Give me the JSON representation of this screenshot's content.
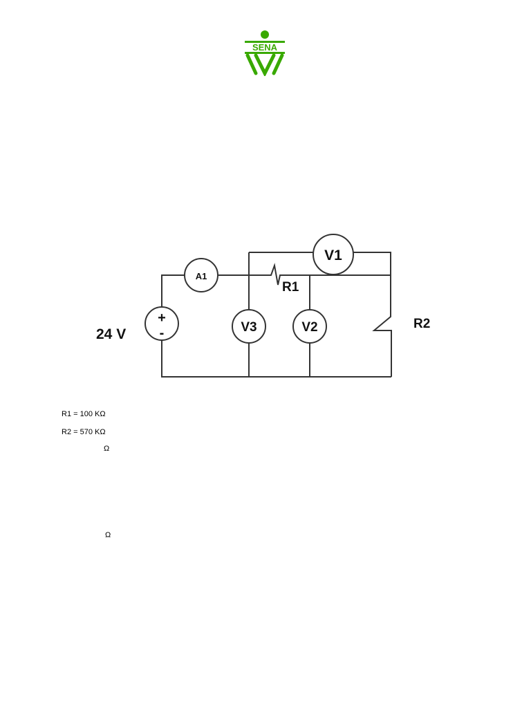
{
  "logo": {
    "text": "SENA",
    "color": "#39a900"
  },
  "circuit": {
    "source_voltage": "24 V",
    "source_plus": "+",
    "source_minus": "-",
    "ammeter": "A1",
    "voltmeter_1": "V1",
    "voltmeter_2": "V2",
    "voltmeter_3": "V3",
    "resistor_1": "R1",
    "resistor_2": "R2"
  },
  "values": {
    "r1": "R1 = 100 KΩ",
    "r2": "R2 = 570 KΩ",
    "omega_1": "Ω",
    "omega_2": "Ω"
  }
}
